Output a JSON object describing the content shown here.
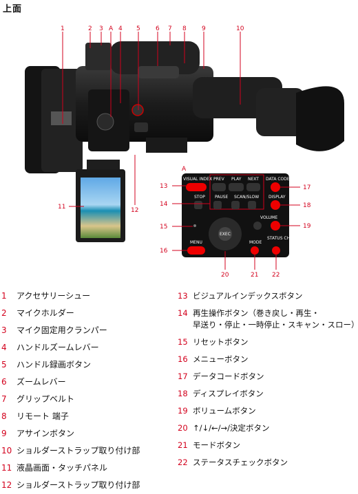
{
  "title": "上面",
  "figure": {
    "callout_numbers": [
      "1",
      "2",
      "3",
      "4",
      "5",
      "6",
      "7",
      "8",
      "9",
      "10",
      "11",
      "12",
      "13",
      "14",
      "15",
      "16",
      "17",
      "18",
      "19",
      "20",
      "21",
      "22"
    ],
    "callout_a_top": "A",
    "callout_a_detail": "A",
    "panel_labels": {
      "visual_index": "VISUAL INDEX",
      "prev": "PREV",
      "play": "PLAY",
      "next": "NEXT",
      "data_code": "DATA CODE",
      "stop": "STOP",
      "pause": "PAUSE",
      "scan_slow": "SCAN/SLOW",
      "display": "DISPLAY",
      "volume": "VOLUME",
      "exec": "EXEC",
      "menu": "MENU",
      "mode": "MODE",
      "status_check": "STATUS CHECK"
    }
  },
  "legend_left": [
    {
      "n": "1",
      "text": "アクセサリーシュー"
    },
    {
      "n": "2",
      "text": "マイクホルダー"
    },
    {
      "n": "3",
      "text": "マイク固定用クランパー"
    },
    {
      "n": "4",
      "text": "ハンドルズームレバー"
    },
    {
      "n": "5",
      "text": "ハンドル録画ボタン"
    },
    {
      "n": "6",
      "text": "ズームレバー"
    },
    {
      "n": "7",
      "text": "グリップベルト"
    },
    {
      "n": "8",
      "text": "リモート 端子"
    },
    {
      "n": "9",
      "text": "アサインボタン"
    },
    {
      "n": "10",
      "text": "ショルダーストラップ取り付け部"
    },
    {
      "n": "11",
      "text": "液晶画面・タッチパネル"
    },
    {
      "n": "12",
      "text": "ショルダーストラップ取り付け部"
    }
  ],
  "legend_right": [
    {
      "n": "13",
      "text": "ビジュアルインデックスボタン"
    },
    {
      "n": "14",
      "text": "再生操作ボタン（巻き戻し・再生・",
      "text2": "早送り・停止・一時停止・スキャン・スロー）"
    },
    {
      "n": "15",
      "text": "リセットボタン"
    },
    {
      "n": "16",
      "text": "メニューボタン"
    },
    {
      "n": "17",
      "text": "データコードボタン"
    },
    {
      "n": "18",
      "text": "ディスプレイボタン"
    },
    {
      "n": "19",
      "text": "ボリュームボタン"
    },
    {
      "n": "20",
      "text": "↑/↓/←/→/決定ボタン"
    },
    {
      "n": "21",
      "text": "モードボタン"
    },
    {
      "n": "22",
      "text": "ステータスチェックボタン"
    }
  ],
  "colors": {
    "accent": "#d3001c",
    "body": "#1b1b1b"
  }
}
